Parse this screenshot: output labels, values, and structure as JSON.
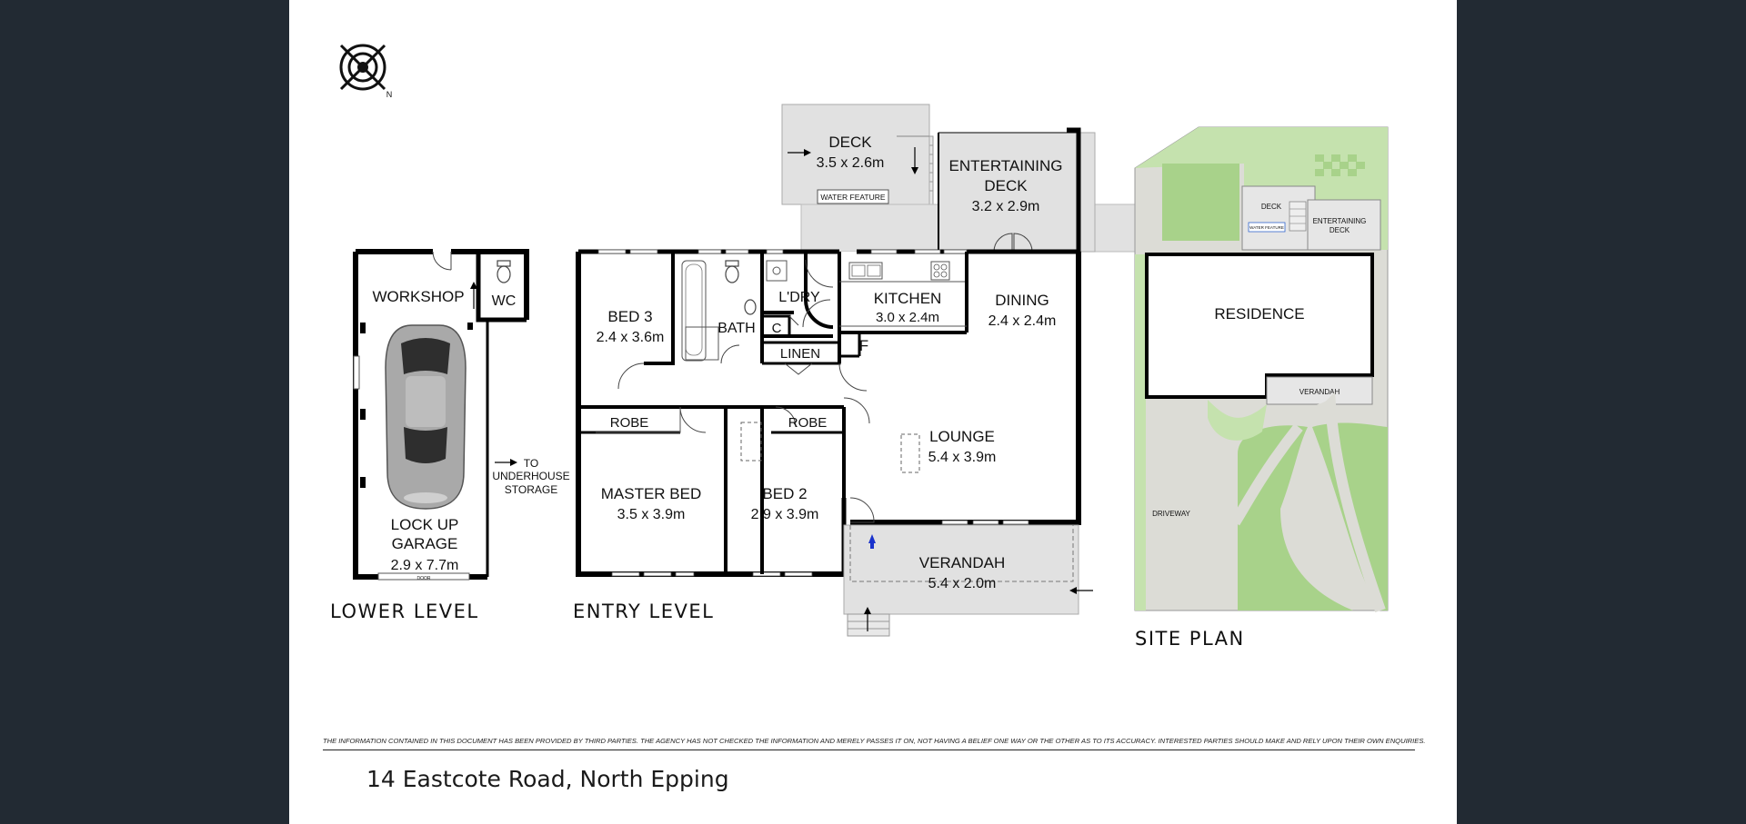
{
  "document": {
    "address": "14 Eastcote Road, North Epping",
    "disclaimer": "THE INFORMATION CONTAINED IN THIS DOCUMENT HAS BEEN PROVIDED BY THIRD PARTIES. THE AGENCY HAS NOT CHECKED THE INFORMATION AND MERELY PASSES IT ON, NOT HAVING A BELIEF ONE WAY OR THE OTHER AS TO ITS ACCURACY.  INTERESTED PARTIES SHOULD MAKE AND RELY UPON THEIR OWN ENQUIRIES."
  },
  "compass": {
    "letter": "N",
    "icon": "compass-icon"
  },
  "levels": {
    "lower": "LOWER LEVEL",
    "entry": "ENTRY LEVEL",
    "site": "SITE PLAN"
  },
  "rooms": {
    "deck": {
      "name": "DECK",
      "size": "3.5 x 2.6m"
    },
    "water_feature": "WATER FEATURE",
    "entertaining_deck": {
      "name1": "ENTERTAINING",
      "name2": "DECK",
      "size": "3.2 x 2.9m"
    },
    "workshop": "WORKSHOP",
    "wc": "WC",
    "garage": {
      "name1": "LOCK UP",
      "name2": "GARAGE",
      "size": "2.9 x 7.7m",
      "door": "DOOR"
    },
    "underhouse": {
      "line1": "TO",
      "line2": "UNDERHOUSE",
      "line3": "STORAGE"
    },
    "bed3": {
      "name": "BED 3",
      "size": "2.4 x 3.6m"
    },
    "bath": "BATH",
    "laundry": "L'DRY",
    "cupboard": "C",
    "linen": "LINEN",
    "kitchen": {
      "name": "KITCHEN",
      "size": "3.0 x 2.4m"
    },
    "fridge": "F",
    "dining": {
      "name": "DINING",
      "size": "2.4 x 2.4m"
    },
    "robe_master": "ROBE",
    "robe_bed2": "ROBE",
    "master": {
      "name": "MASTER BED",
      "size": "3.5 x 3.9m"
    },
    "bed2": {
      "name": "BED 2",
      "size": "2.9 x 3.9m"
    },
    "lounge": {
      "name": "LOUNGE",
      "size": "5.4 x 3.9m"
    },
    "verandah": {
      "name": "VERANDAH",
      "size": "5.4 x 2.0m"
    }
  },
  "site": {
    "residence": "RESIDENCE",
    "deck": "DECK",
    "water_feature": "WATER FEATURE",
    "ent_deck1": "ENTERTAINING",
    "ent_deck2": "DECK",
    "verandah": "VERANDAH",
    "driveway": "DRIVEWAY"
  },
  "colors": {
    "background": "#222a33",
    "paper": "#ffffff",
    "wall": "#000000",
    "deck_fill": "#e1e1e1",
    "lawn": "#a8d28a",
    "lawn_light": "#c5e2ae",
    "paving": "#dcdcd6",
    "entry_arrow": "#1a33cc"
  }
}
